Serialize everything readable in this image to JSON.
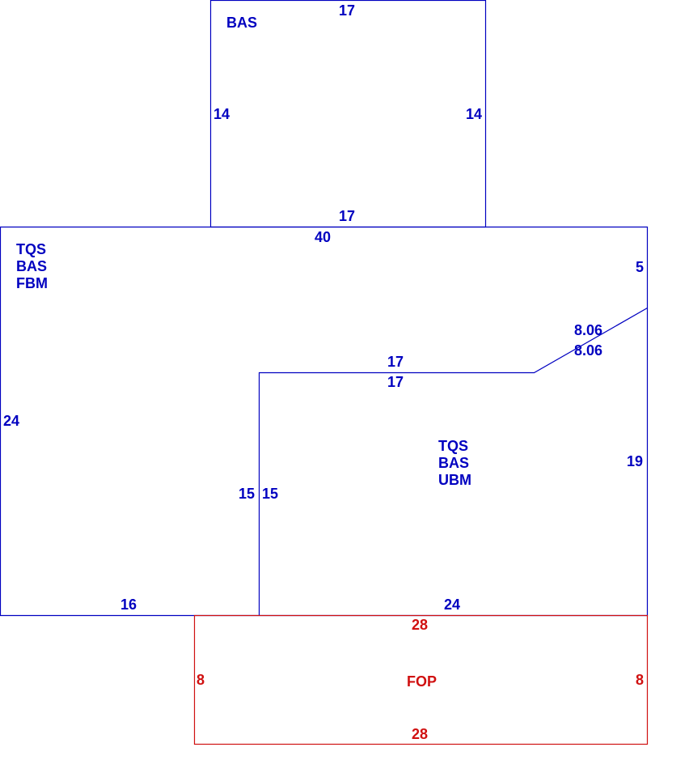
{
  "colors": {
    "main": "#0000c0",
    "porch": "#d01010"
  },
  "areas": {
    "upper": {
      "codes": [
        "BAS"
      ]
    },
    "left": {
      "codes": [
        "TQS",
        "BAS",
        "FBM"
      ]
    },
    "right": {
      "codes": [
        "TQS",
        "BAS",
        "UBM"
      ]
    },
    "porch": {
      "codes": [
        "FOP"
      ]
    }
  },
  "dimensions": {
    "upper_top": "17",
    "upper_left": "14",
    "upper_right": "14",
    "upper_bottom": "17",
    "main_top": "40",
    "main_right_upper": "5",
    "diagonal_outer": "8.06",
    "diagonal_inner": "8.06",
    "inner_top_outer": "17",
    "inner_top_inner": "17",
    "main_left": "24",
    "main_right_lower": "19",
    "inner_wall_left": "15",
    "inner_wall_right": "15",
    "main_bottom_left": "16",
    "main_bottom_right": "24",
    "porch_top": "28",
    "porch_left": "8",
    "porch_right": "8",
    "porch_bottom": "28"
  }
}
